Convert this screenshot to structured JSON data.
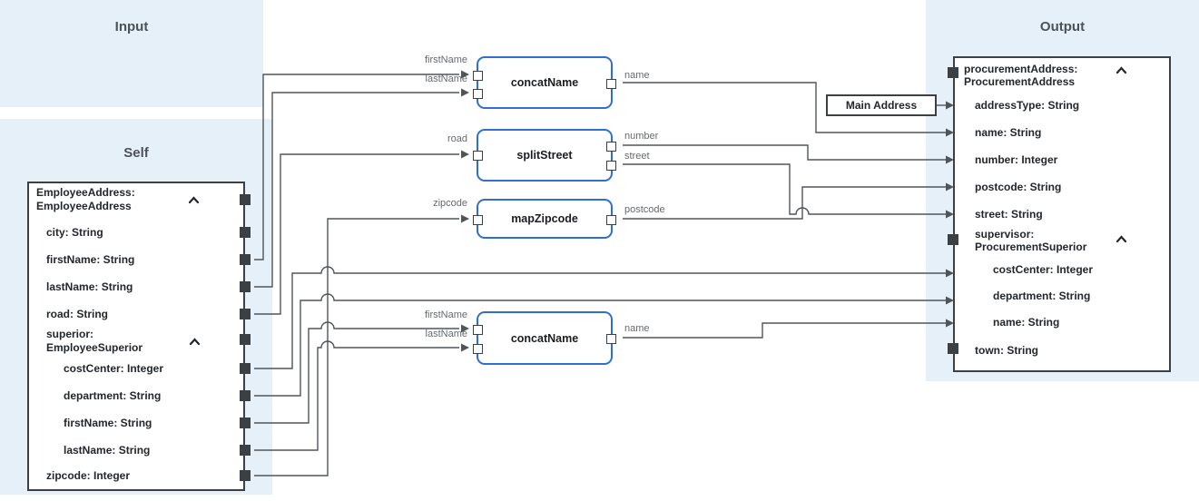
{
  "panels": {
    "input": {
      "title": "Input"
    },
    "self": {
      "title": "Self"
    },
    "output": {
      "title": "Output"
    }
  },
  "self_doc": {
    "root": {
      "line1": "EmployeeAddress:",
      "line2": "EmployeeAddress"
    },
    "fields": [
      {
        "label": "city: String"
      },
      {
        "label": "firstName: String"
      },
      {
        "label": "lastName: String"
      },
      {
        "label": "road: String"
      },
      {
        "line1": "superior:",
        "line2": "EmployeeSuperior"
      },
      {
        "label": "costCenter: Integer"
      },
      {
        "label": "department: String"
      },
      {
        "label": "firstName: String"
      },
      {
        "label": "lastName: String"
      },
      {
        "label": "zipcode: Integer"
      }
    ]
  },
  "output_doc": {
    "root": {
      "line1": "procurementAddress:",
      "line2": "ProcurementAddress"
    },
    "fields": [
      {
        "label": "addressType: String"
      },
      {
        "label": "name: String"
      },
      {
        "label": "number: Integer"
      },
      {
        "label": "postcode: String"
      },
      {
        "label": "street: String"
      },
      {
        "line1": "supervisor:",
        "line2": "ProcurementSuperior"
      },
      {
        "label": "costCenter: Integer"
      },
      {
        "label": "department: String"
      },
      {
        "label": "name: String"
      },
      {
        "label": "town: String"
      }
    ]
  },
  "transforms": [
    {
      "name": "concatName",
      "inputs": [
        "firstName",
        "lastName"
      ],
      "outputs": [
        "name"
      ]
    },
    {
      "name": "splitStreet",
      "inputs": [
        "road"
      ],
      "outputs": [
        "number",
        "street"
      ]
    },
    {
      "name": "mapZipcode",
      "inputs": [
        "zipcode"
      ],
      "outputs": [
        "postcode"
      ]
    },
    {
      "name": "concatName",
      "inputs": [
        "firstName",
        "lastName"
      ],
      "outputs": [
        "name"
      ]
    }
  ],
  "constant_box": {
    "label": "Main Address"
  },
  "colors": {
    "panel_bg": "#e5f0f8",
    "doc_border": "#3b4045",
    "transform_border": "#2f6fce",
    "wire": "#50555a",
    "port_fill": "#3b4045"
  }
}
